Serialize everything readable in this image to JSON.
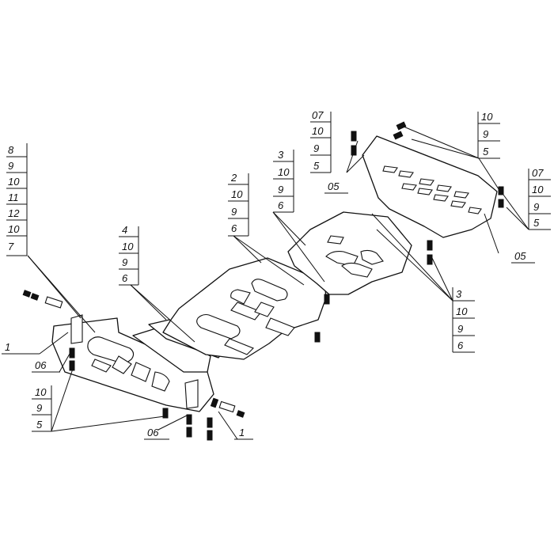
{
  "callouts": [
    {
      "id": "c-left-top",
      "labels": [
        "8",
        "9",
        "10",
        "11",
        "12",
        "10",
        "7"
      ]
    },
    {
      "id": "c-center-left",
      "labels": [
        "4",
        "10",
        "9",
        "6"
      ]
    },
    {
      "id": "c-center",
      "labels": [
        "2",
        "10",
        "9",
        "6"
      ]
    },
    {
      "id": "c-center-right",
      "labels": [
        "3",
        "10",
        "9",
        "6"
      ]
    },
    {
      "id": "c-top-left",
      "labels": [
        "07",
        "10",
        "9",
        "5"
      ]
    },
    {
      "id": "c-top-right",
      "labels": [
        "10",
        "9",
        "5"
      ]
    },
    {
      "id": "c-right",
      "labels": [
        "07",
        "10",
        "9",
        "5"
      ]
    },
    {
      "id": "c-right-bottom",
      "labels": [
        "3",
        "10",
        "9",
        "6"
      ]
    },
    {
      "id": "c-bottom-left",
      "labels": [
        "10",
        "9",
        "5"
      ]
    }
  ],
  "single_labels": [
    {
      "id": "s-1-left",
      "text": "1"
    },
    {
      "id": "s-06-left",
      "text": "06"
    },
    {
      "id": "s-06-bottom",
      "text": "06"
    },
    {
      "id": "s-1-bottom",
      "text": "1"
    },
    {
      "id": "s-05-top",
      "text": "05"
    },
    {
      "id": "s-05-right",
      "text": "05"
    }
  ]
}
